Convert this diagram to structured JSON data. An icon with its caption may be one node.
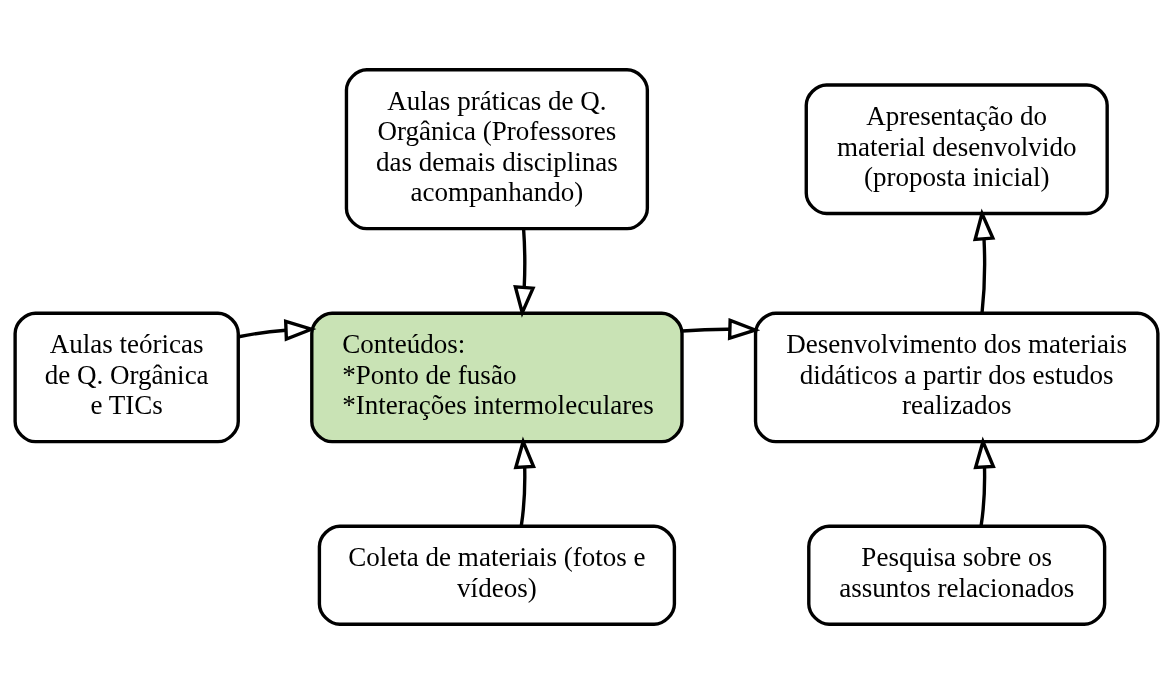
{
  "diagram": {
    "nodes": [
      {
        "text": [
          "Aulas práticas de Q. Orgânica (Professores das demais disciplinas acompanhando)"
        ]
      },
      {
        "text": [
          "Apresentação do material desenvolvido (proposta inicial)"
        ]
      },
      {
        "text": [
          "Aulas teóricas de Q. Orgânica e TICs"
        ]
      },
      {
        "text": [
          "Conteúdos:",
          "*Ponto de fusão",
          "*Interações intermoleculares"
        ]
      },
      {
        "text": [
          "Desenvolvimento dos materiais didáticos a partir dos estudos realizados"
        ]
      },
      {
        "text": [
          "Coleta de materiais (fotos e vídeos)"
        ]
      },
      {
        "text": [
          "Pesquisa sobre os assuntos relacionados"
        ]
      }
    ],
    "edges": [
      {
        "from": 0,
        "to": 3,
        "arrow": "to"
      },
      {
        "from": 2,
        "to": 3,
        "arrow": "to"
      },
      {
        "from": 3,
        "to": 4,
        "arrow": "to"
      },
      {
        "from": 5,
        "to": 3,
        "arrow": "to"
      },
      {
        "from": 6,
        "to": 4,
        "arrow": "to"
      },
      {
        "from": 4,
        "to": 1,
        "arrow": "to"
      }
    ]
  }
}
